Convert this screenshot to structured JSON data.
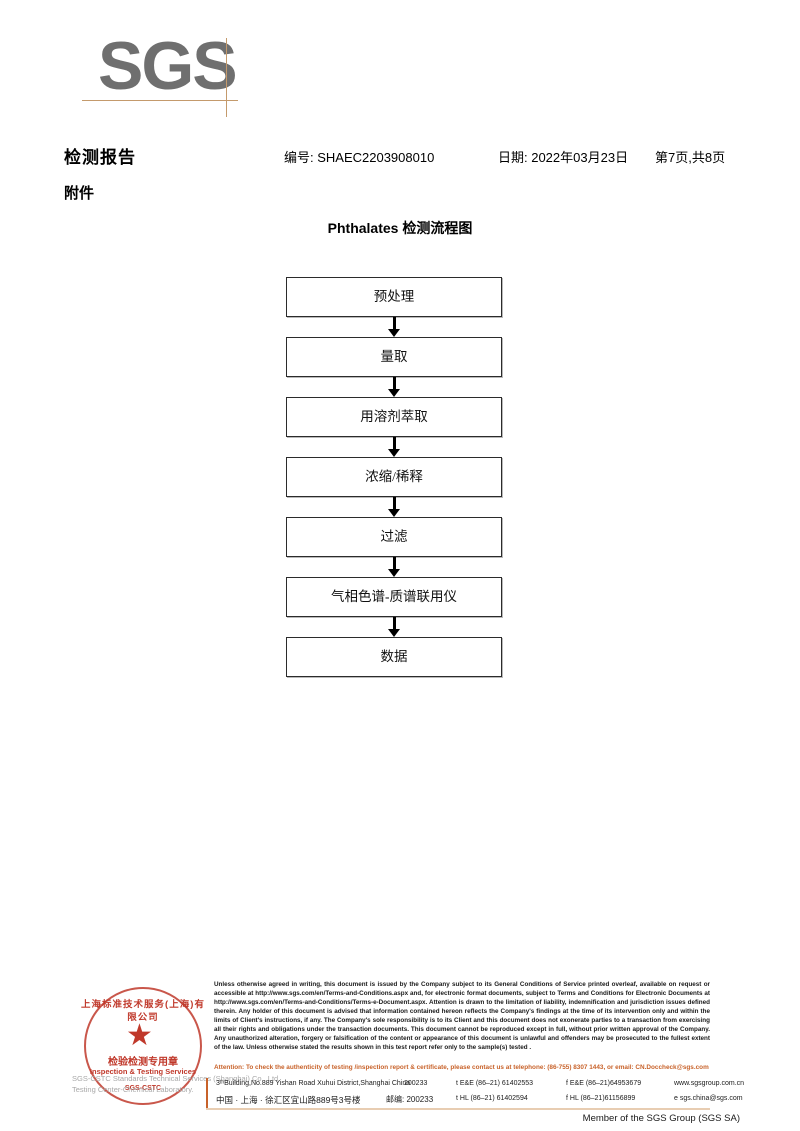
{
  "logo": {
    "text": "SGS",
    "rule_color": "#c49a6c",
    "text_color": "#6f6f6f"
  },
  "header": {
    "title": "检测报告",
    "attachment": "附件",
    "report_no": "编号: SHAEC2203908010",
    "date": "日期: 2022年03月23日",
    "page": "第7页,共8页"
  },
  "flowchart": {
    "title": "Phthalates 检测流程图",
    "nodes": [
      {
        "label": "预处理"
      },
      {
        "label": "量取"
      },
      {
        "label": "用溶剂萃取"
      },
      {
        "label": "浓缩/稀释"
      },
      {
        "label": "过滤"
      },
      {
        "label": "气相色谱-质谱联用仪"
      },
      {
        "label": "数据"
      }
    ]
  },
  "stamp": {
    "arc_top": "上海标准技术服务(上海)有限公司",
    "star": "★",
    "line_cn": "检验检测专用章",
    "line_en": "Inspection & Testing Services",
    "arc_bottom": "SGS-CSTC",
    "color": "#c0392b",
    "faint_line1": "SGS-CSTC Standards Technical Services (Shanghai) Co., Ltd.",
    "faint_line2": "Testing Center-Chemical Laboratory."
  },
  "footer": {
    "legal": "Unless otherwise agreed in writing, this document is issued by the Company subject to its General Conditions of Service printed overleaf, available on request or accessible at http://www.sgs.com/en/Terms-and-Conditions.aspx and, for electronic format documents, subject to Terms and Conditions for Electronic Documents at http://www.sgs.com/en/Terms-and-Conditions/Terms-e-Document.aspx. Attention is drawn to the limitation of liability, indemnification and jurisdiction issues defined therein. Any holder of this document is advised that information contained hereon reflects the Company's findings at the time of its intervention only and within the limits of Client's instructions, if any. The Company's sole responsibility is to its Client and this document does not exonerate parties to a transaction from exercising all their rights and obligations under the transaction documents. This document cannot be reproduced except in full, without prior written approval of the Company. Any unauthorized alteration, forgery or falsification of the content or appearance of this document is unlawful and offenders may be prosecuted to the fullest extent of the law. Unless otherwise stated the results shown in this test report refer only to the sample(s) tested .",
    "attention": "Attention: To check the authenticity of testing /inspection report & certificate, please contact us at telephone: (86-755) 8307 1443, or email: CN.Doccheck@sgs.com",
    "attention_color": "#c8622a",
    "address_en": "3ᵗʰBuilding,No.889 Yishan Road Xuhui District,Shanghai China",
    "address_cn": "中国 · 上海 · 徐汇区宜山路889号3号楼",
    "zip_en": "200233",
    "zip_cn": "邮编: 200233",
    "tel_en": "t E&E (86–21) 61402553",
    "fax_en": "f E&E (86–21)64953679",
    "web": "www.sgsgroup.com.cn",
    "tel_cn": "t HL (86–21) 61402594",
    "fax_cn": "f HL (86–21)61156899",
    "email": "e  sgs.china@sgs.com",
    "member": "Member of the SGS Group (SGS SA)"
  }
}
